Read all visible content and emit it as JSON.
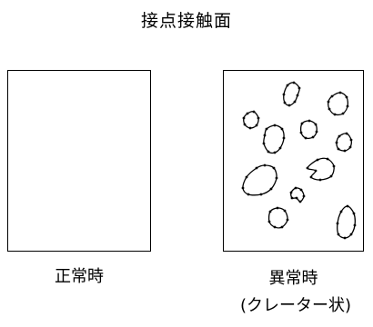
{
  "title": "接点接触面",
  "normal": {
    "label": "正常時"
  },
  "abnormal": {
    "label": "異常時",
    "sublabel": "(クレーター状)"
  },
  "craters": [
    {
      "name": "crater-1",
      "points": [
        [
          70,
          16
        ],
        [
          77,
          13
        ],
        [
          83,
          19
        ],
        [
          81,
          27
        ],
        [
          78,
          34
        ],
        [
          72,
          38
        ],
        [
          67,
          35
        ],
        [
          66,
          26
        ]
      ]
    },
    {
      "name": "crater-2",
      "points": [
        [
          119,
          28
        ],
        [
          128,
          24
        ],
        [
          135,
          29
        ],
        [
          136,
          39
        ],
        [
          131,
          47
        ],
        [
          122,
          48
        ],
        [
          116,
          42
        ],
        [
          115,
          34
        ]
      ]
    },
    {
      "name": "crater-3",
      "points": [
        [
          26,
          47
        ],
        [
          33,
          45
        ],
        [
          38,
          52
        ],
        [
          36,
          60
        ],
        [
          29,
          63
        ],
        [
          23,
          59
        ],
        [
          22,
          52
        ]
      ]
    },
    {
      "name": "crater-4",
      "points": [
        [
          86,
          58
        ],
        [
          94,
          55
        ],
        [
          101,
          59
        ],
        [
          102,
          67
        ],
        [
          98,
          73
        ],
        [
          90,
          74
        ],
        [
          85,
          68
        ]
      ]
    },
    {
      "name": "crater-5",
      "points": [
        [
          47,
          64
        ],
        [
          56,
          60
        ],
        [
          64,
          64
        ],
        [
          66,
          74
        ],
        [
          62,
          85
        ],
        [
          56,
          90
        ],
        [
          49,
          89
        ],
        [
          44,
          80
        ],
        [
          45,
          71
        ]
      ]
    },
    {
      "name": "crater-6",
      "points": [
        [
          127,
          72
        ],
        [
          135,
          69
        ],
        [
          140,
          76
        ],
        [
          139,
          84
        ],
        [
          133,
          88
        ],
        [
          126,
          86
        ],
        [
          124,
          79
        ]
      ]
    },
    {
      "name": "crater-7",
      "points": [
        [
          92,
          107
        ],
        [
          103,
          98
        ],
        [
          114,
          97
        ],
        [
          121,
          105
        ],
        [
          118,
          116
        ],
        [
          106,
          120
        ],
        [
          96,
          117
        ],
        [
          101,
          110
        ]
      ]
    },
    {
      "name": "crater-8",
      "points": [
        [
          36,
          107
        ],
        [
          45,
          104
        ],
        [
          55,
          107
        ],
        [
          58,
          118
        ],
        [
          52,
          130
        ],
        [
          41,
          136
        ],
        [
          27,
          136
        ],
        [
          21,
          129
        ],
        [
          25,
          117
        ]
      ]
    },
    {
      "name": "crater-9",
      "points": [
        [
          74,
          134
        ],
        [
          79,
          129
        ],
        [
          85,
          131
        ],
        [
          88,
          138
        ],
        [
          84,
          144
        ],
        [
          80,
          140
        ],
        [
          75,
          140
        ]
      ]
    },
    {
      "name": "crater-10",
      "points": [
        [
          51,
          155
        ],
        [
          59,
          151
        ],
        [
          67,
          154
        ],
        [
          70,
          164
        ],
        [
          64,
          172
        ],
        [
          56,
          172
        ],
        [
          50,
          166
        ]
      ]
    },
    {
      "name": "crater-11",
      "points": [
        [
          129,
          155
        ],
        [
          136,
          149
        ],
        [
          143,
          157
        ],
        [
          144,
          170
        ],
        [
          140,
          180
        ],
        [
          133,
          184
        ],
        [
          126,
          180
        ],
        [
          125,
          168
        ]
      ]
    }
  ]
}
